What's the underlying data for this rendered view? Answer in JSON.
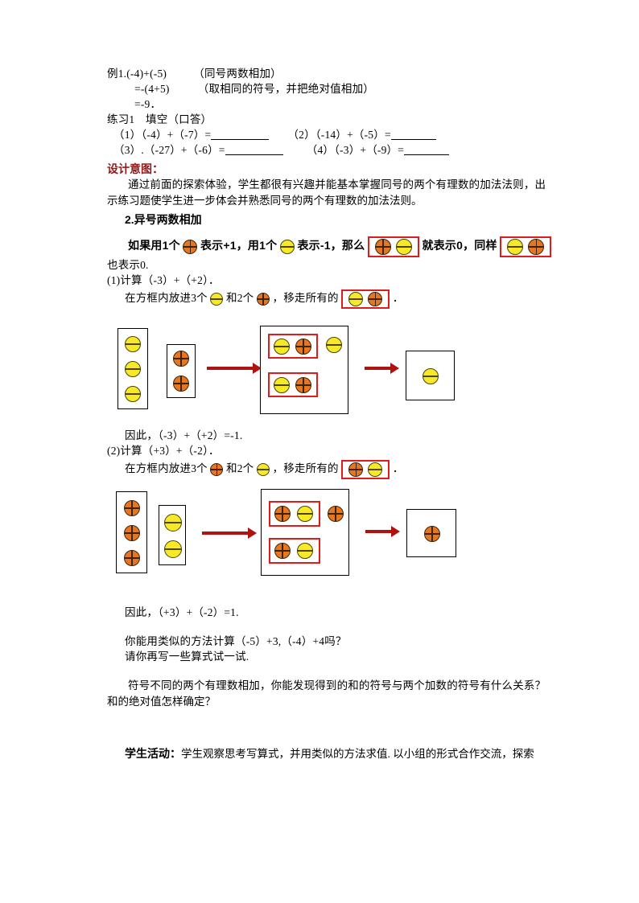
{
  "document": {
    "title": "有理数的加法 教案片段",
    "colors": {
      "red_heading": "#8E1B1B",
      "red_frame": "#E01B1B",
      "arrow": "#B01212",
      "token_plus": "#E8761E",
      "token_minus": "#F7E927"
    }
  },
  "example": {
    "line1": "例1.(-4)+(-5)",
    "line1_note": "（同号两数相加）",
    "line2": "=-(4+5)",
    "line2_note": "（取相同的符号，并把绝对值相加）",
    "line3": "=-9．"
  },
  "practice": {
    "title": "练习1　填空（口答）",
    "items": [
      {
        "label": "（1）（-4）+（-7）="
      },
      {
        "label": "（2）（-14）+（-5）="
      },
      {
        "label": "（3）.（-27）+（-6）="
      },
      {
        "label": "（4）（-3）+（-9）="
      }
    ]
  },
  "design_intent": {
    "heading": "设计意图",
    "colon": "：",
    "body": "通过前面的探索体验，学生都很有兴趣并能基本掌握同号的两个有理数的加法法则，出示练习题使学生进一步体会并熟悉同号的两个有理数的加法法则。"
  },
  "section2": {
    "heading": "2.异号两数相加",
    "intro_a": "如果用1个",
    "intro_b": "表示+1，用1个",
    "intro_c": "表示-1，那么",
    "intro_d": "就表示0，同样",
    "intro_e": "也表示0."
  },
  "case1": {
    "title": "(1)计算（-3）+（+2）．",
    "step_a": "在方框内放进3个",
    "step_b": "和2个",
    "step_c": "，移走所有的",
    "step_d": "．",
    "conclusion": "因此，（-3）+（+2）=-1.",
    "diagram": {
      "box_a_tokens": [
        "minus",
        "minus",
        "minus"
      ],
      "box_b_tokens": [
        "plus",
        "plus"
      ],
      "box_c_pairs": [
        [
          "minus",
          "plus"
        ],
        [
          "minus",
          "plus"
        ]
      ],
      "box_c_leftover": [
        "minus"
      ],
      "box_d_tokens": [
        "minus"
      ]
    }
  },
  "case2": {
    "title": "(2)计算（+3）+（-2）．",
    "step_a": "在方框内放进3个",
    "step_b": "和2个",
    "step_c": "，移走所有的",
    "step_d": "．",
    "conclusion": "因此，（+3）+（-2）=1.",
    "diagram": {
      "box_a_tokens": [
        "plus",
        "plus",
        "plus"
      ],
      "box_b_tokens": [
        "minus",
        "minus"
      ],
      "box_c_pairs": [
        [
          "plus",
          "minus"
        ],
        [
          "plus",
          "minus"
        ]
      ],
      "box_c_leftover": [
        "plus"
      ],
      "box_d_tokens": [
        "plus"
      ]
    }
  },
  "questions": {
    "q1": "你能用类似的方法计算（-5）+3,（-4）+4吗？",
    "q2": "请你再写一些算式试一试.",
    "q3": "符号不同的两个有理数相加，你能发现得到的和的符号与两个加数的符号有什么关系？和的绝对值怎样确定？"
  },
  "student_activity": {
    "label": "学生活动",
    "colon": "：",
    "body": "学生观察思考写算式，并用类似的方法求值. 以小组的形式合作交流，探索"
  }
}
